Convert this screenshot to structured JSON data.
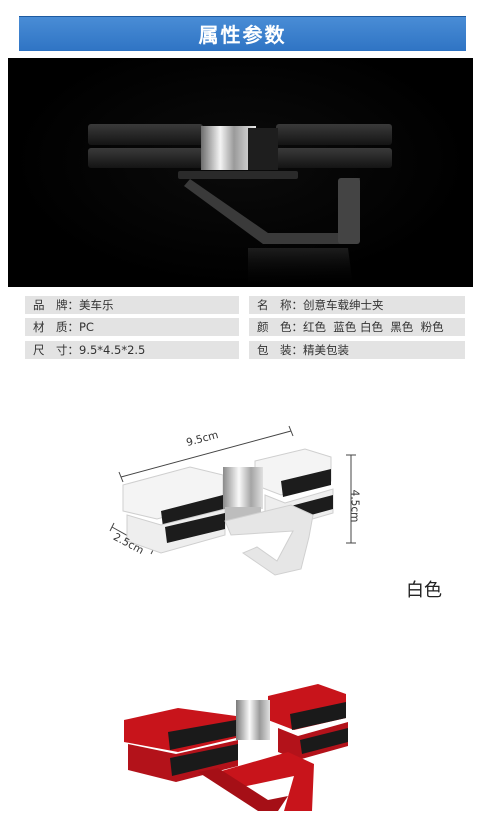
{
  "header": {
    "title": "属性参数"
  },
  "specs": [
    {
      "label": "品　牌：",
      "value": "美车乐"
    },
    {
      "label": "名　称：",
      "value": "创意车载绅士夹"
    },
    {
      "label": "材　质：",
      "value": "PC"
    },
    {
      "label": "颜　色：",
      "value": "红色  蓝色 白色  黑色  粉色"
    },
    {
      "label": "尺　寸：",
      "value": "9.5*4.5*2.5"
    },
    {
      "label": "包　装：",
      "value": "精美包装"
    }
  ],
  "dimensions": {
    "length": "9.5cm",
    "height": "4.5cm",
    "width": "2.5cm"
  },
  "variants": [
    {
      "color_name": "白色",
      "body_color": "#f2f2f2"
    },
    {
      "color_name": "",
      "body_color": "#c8141b"
    }
  ],
  "hero": {
    "body_color": "#111111"
  }
}
